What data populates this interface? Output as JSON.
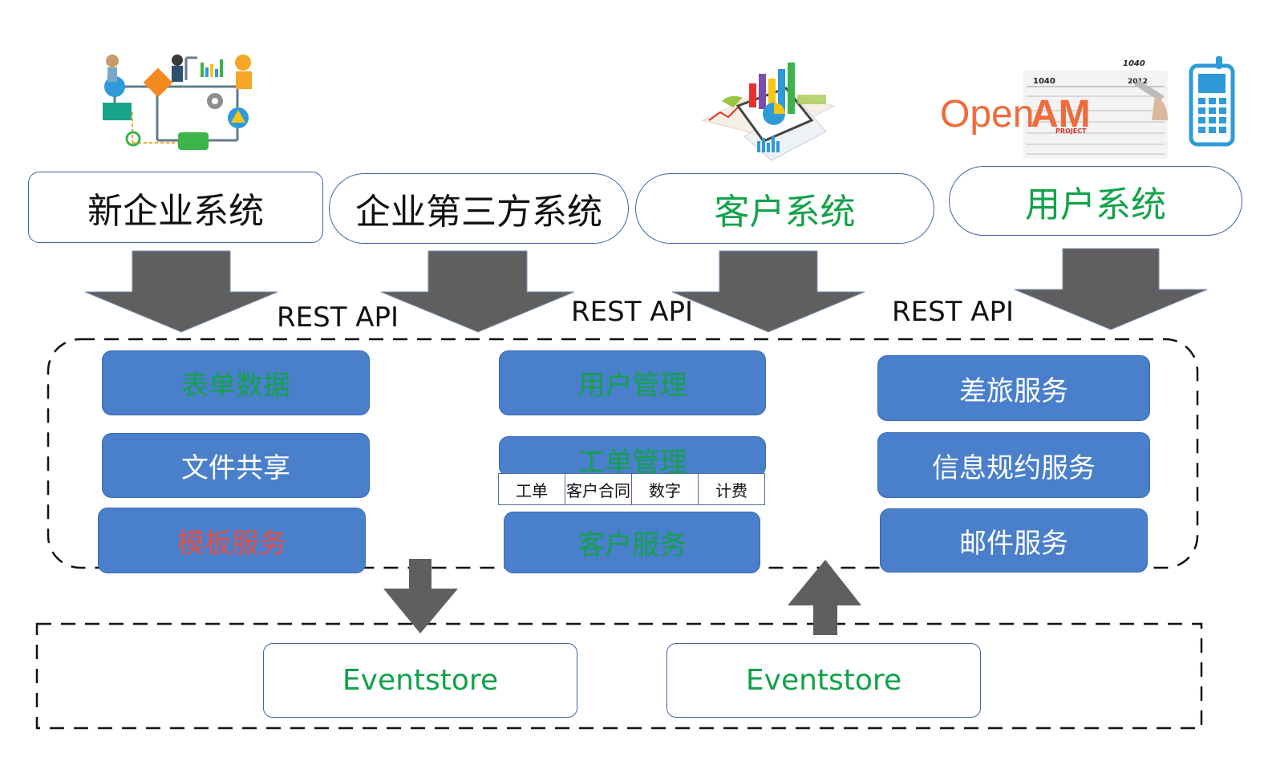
{
  "systems": [
    {
      "label": "新企业系统",
      "color": "#111111"
    },
    {
      "label": "企业第三方系统",
      "color": "#111111"
    },
    {
      "label": "客户系统",
      "color": "#12a24a"
    },
    {
      "label": "用户系统",
      "color": "#12a24a"
    }
  ],
  "rest_labels": [
    "REST API",
    "REST API",
    "REST API"
  ],
  "services": {
    "left": [
      "表单数据",
      "文件共享",
      "模板服务"
    ],
    "middle": [
      "用户管理",
      "工单管理",
      "客户服务"
    ],
    "right": [
      "差旅服务",
      "信息规约服务",
      "邮件服务"
    ]
  },
  "work_order_tabs": [
    "工单",
    "客户合同",
    "数字",
    "计费"
  ],
  "eventstores": [
    "Eventstore",
    "Eventstore"
  ],
  "logo": {
    "text_open": "Open",
    "text_am": "AM",
    "project": "PROJECT"
  },
  "form_image": {
    "form_no": "1040",
    "form_corner": "1040",
    "year": "2012"
  },
  "colors": {
    "service_fill": "#4a7fcb",
    "arrow_fill": "#5f5f5f",
    "green_text": "#12a24a",
    "red_text": "#e0524a",
    "box_border": "#3f64a8",
    "openam_orange": "#ef6b3b"
  }
}
